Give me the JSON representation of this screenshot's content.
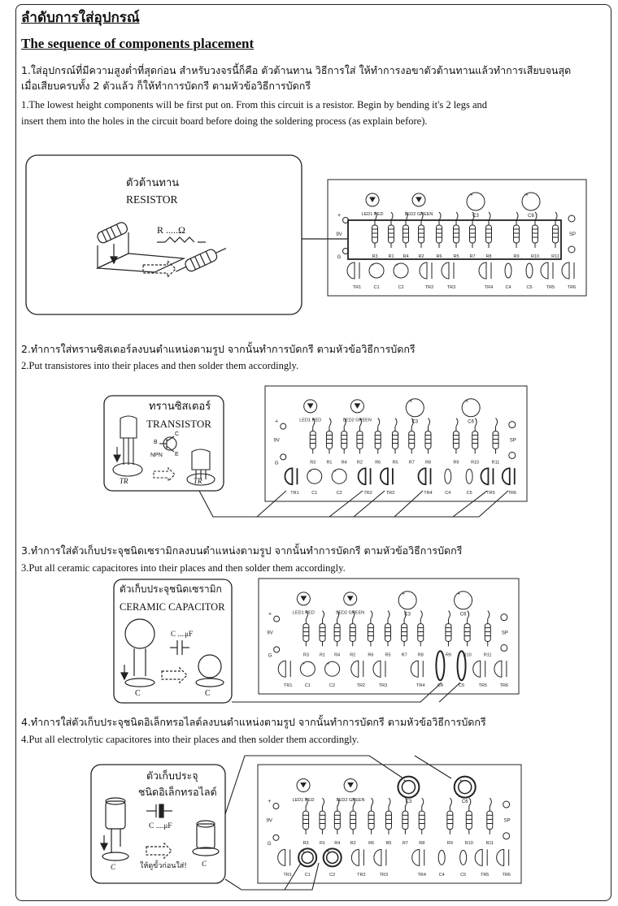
{
  "header": {
    "title_th": "ลำดับการใส่อุปกรณ์",
    "title_en": "The sequence of components placement"
  },
  "steps": [
    {
      "th1": "1.ใส่อุปกรณ์ที่มีความสูงต่ำที่สุดก่อน สำหรับวงจรนี้ก็คือ ตัวต้านทาน วิธีการใส่ ให้ทำการงอขาตัวต้านทานแล้วทำการเสียบจนสุด",
      "th2": "เมื่อเสียบครบทั้ง 2 ตัวแล้ว ก็ให้ทำการบัดกรี ตามหัวข้อวิธีการบัดกรี",
      "en1": "1.The lowest height components will be first put on. From this circuit is a resistor. Begin by bending it's 2 legs and",
      "en2": "insert them into the holes in the circuit board before doing the soldering process (as explain before).",
      "box_th": "ตัวต้านทาน",
      "box_en": "RESISTOR",
      "symbol": "R .....Ω"
    },
    {
      "th1": "2.ทำการใส่ทรานซิสเตอร์ลงบนตำแหน่งตามรูป จากนั้นทำการบัดกรี ตามหัวข้อวิธีการบัดกรี",
      "en1": "2.Put transistores into their places and then solder them accordingly.",
      "box_th": "ทรานซิสเตอร์",
      "box_en": "TRANSISTOR",
      "pin_b": "B",
      "pin_c": "C",
      "pin_e": "E",
      "npn": "NPN",
      "tr": "TR"
    },
    {
      "th1": "3.ทำการใส่ตัวเก็บประจุชนิดเซรามิกลงบนตำแหน่งตามรูป จากนั้นทำการบัดกรี ตามหัวข้อวิธีการบัดกรี",
      "en1": "3.Put all ceramic capacitores into their places and then solder them accordingly.",
      "box_th": "ตัวเก็บประจุชนิดเซรามิก",
      "box_en": "CERAMIC CAPACITOR",
      "symbol": "C ....μF",
      "c": "C"
    },
    {
      "th1": "4.ทำการใส่ตัวเก็บประจุชนิดอิเล็กทรอไลต์ลงบนตำแหน่งตามรูป จากนั้นทำการบัดกรี ตามหัวข้อวิธีการบัดกรี",
      "en1": "4.Put all electrolytic capacitores into their places and then solder them accordingly.",
      "box_th1": "ตัวเก็บประจุ",
      "box_th2": "ชนิดอิเล็กทรอไลต์",
      "symbol": "C ....μF",
      "polarity_note": "ให้ดูขั้วก่อนใส่!",
      "c": "C"
    }
  ],
  "pcb": {
    "top_labels": [
      "LED1 RED",
      "LED2 GREEN",
      "C3",
      "C6"
    ],
    "resistor_labels": [
      "R3",
      "R1",
      "R4",
      "R2",
      "R6",
      "R5",
      "R7",
      "R8",
      "R9",
      "R10",
      "R11"
    ],
    "bottom_labels": [
      "TR1",
      "C1",
      "C2",
      "TR2",
      "TR3",
      "TR4",
      "C4",
      "C5",
      "TR5",
      "TR6"
    ],
    "left_plus": "+",
    "left_9v": "9V",
    "left_g": "G",
    "right_sp": "SP"
  }
}
